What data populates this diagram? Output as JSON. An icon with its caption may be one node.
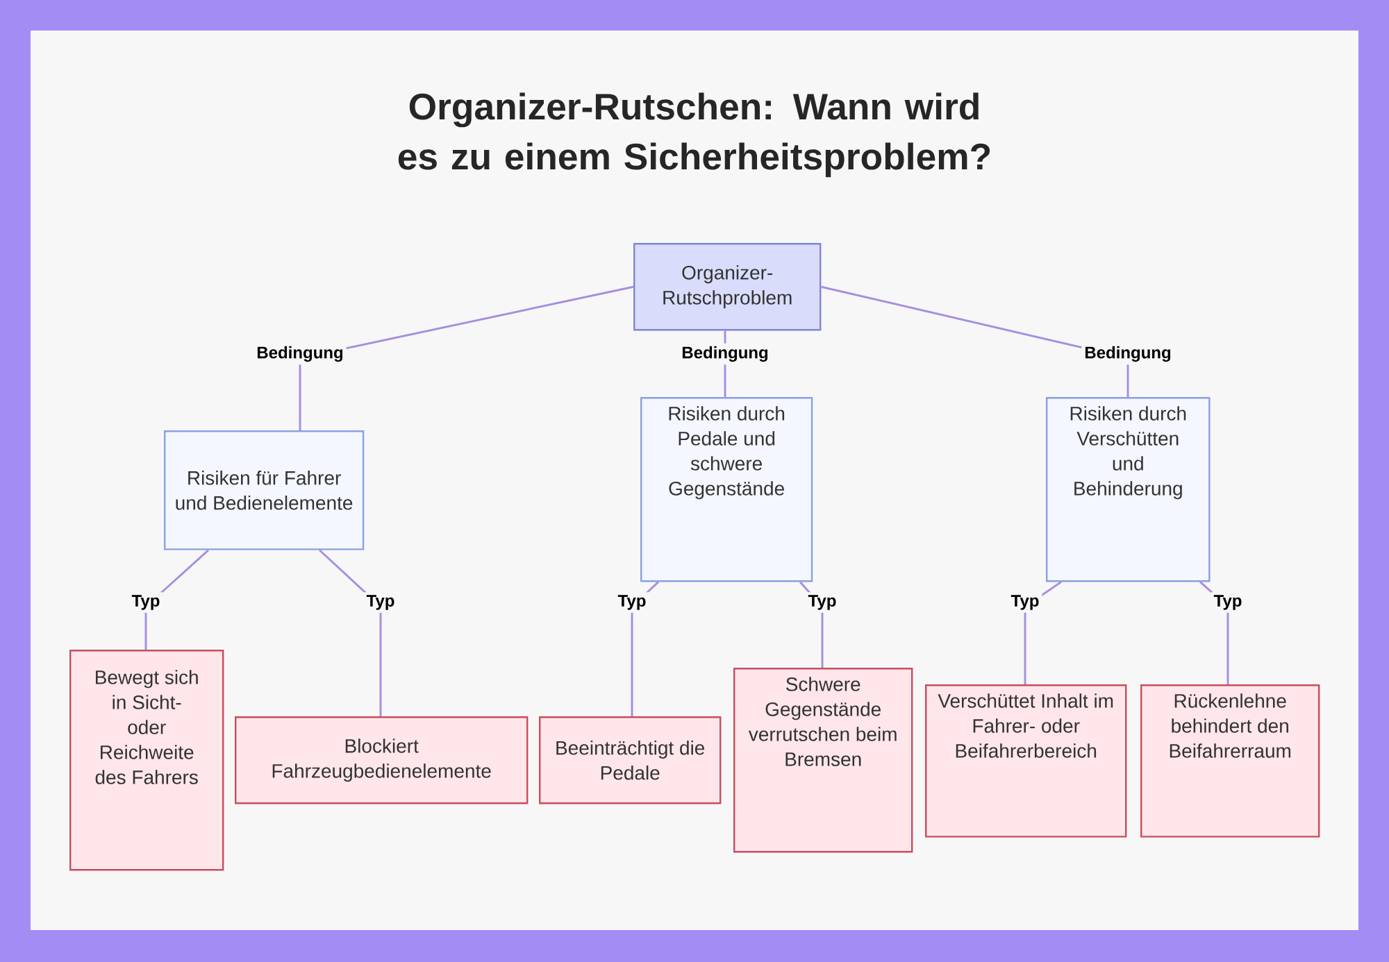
{
  "diagram": {
    "title": "Organizer-Rutschen: Wann wird es zu einem Sicherheitsproblem?",
    "nodes": [
      {
        "text": [
          "Organizer-Rutschproblem"
        ]
      },
      {
        "text": [
          "Risiken für Fahrer und Bedienelemente"
        ]
      },
      {
        "text": [
          "Risiken durch Pedale und schwere Gegenstände"
        ]
      },
      {
        "text": [
          "Risiken durch Verschütten und Behinderung"
        ]
      },
      {
        "text": [
          "Bewegt sich in Sicht- oder Reichweite des Fahrers"
        ]
      },
      {
        "text": [
          "Blockiert Fahrzeugbedienelemente"
        ]
      },
      {
        "text": [
          "Beeinträchtigt die Pedale"
        ]
      },
      {
        "text": [
          "Schwere Gegenstände verrutschen beim Bremsen"
        ]
      },
      {
        "text": [
          "Verschüttet Inhalt im Fahrer- oder Beifahrerbereich"
        ]
      },
      {
        "text": [
          "Rückenlehne behindert den Beifahrerraum"
        ]
      }
    ],
    "edges": [
      {
        "from": 0,
        "to": 1,
        "arrow": "none",
        "label": "Bedingung"
      },
      {
        "from": 0,
        "to": 2,
        "arrow": "none",
        "label": "Bedingung"
      },
      {
        "from": 0,
        "to": 3,
        "arrow": "none",
        "label": "Bedingung"
      },
      {
        "from": 1,
        "to": 4,
        "arrow": "none",
        "label": "Typ"
      },
      {
        "from": 1,
        "to": 5,
        "arrow": "none",
        "label": "Typ"
      },
      {
        "from": 2,
        "to": 6,
        "arrow": "none",
        "label": "Typ"
      },
      {
        "from": 2,
        "to": 7,
        "arrow": "none",
        "label": "Typ"
      },
      {
        "from": 3,
        "to": 8,
        "arrow": "none",
        "label": "Typ"
      },
      {
        "from": 3,
        "to": 9,
        "arrow": "none",
        "label": "Typ"
      }
    ]
  }
}
